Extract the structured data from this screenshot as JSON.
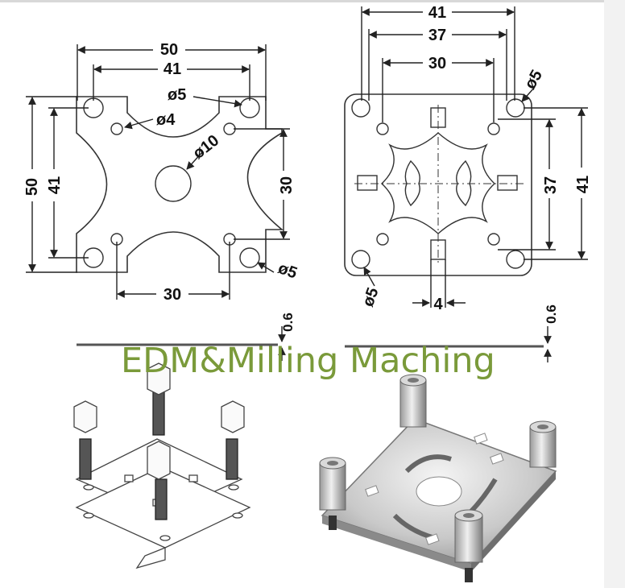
{
  "watermark": "EDM&Milling Maching",
  "left_drawing": {
    "top_outer": "50",
    "top_inner": "41",
    "left_outer": "50",
    "left_inner": "41",
    "right": "30",
    "bottom": "30",
    "callout_top_hole": "ø5",
    "callout_small_hole": "ø4",
    "callout_center": "ø10",
    "callout_bottom_hole": "ø5",
    "thickness": "0.6"
  },
  "right_drawing": {
    "top_outer": "41",
    "top_mid": "37",
    "top_inner": "30",
    "right_inner": "37",
    "right_outer": "41",
    "callout_top_hole": "ø5",
    "callout_bottom_hole": "ø5",
    "slot_width": "4",
    "thickness": "0.6"
  }
}
